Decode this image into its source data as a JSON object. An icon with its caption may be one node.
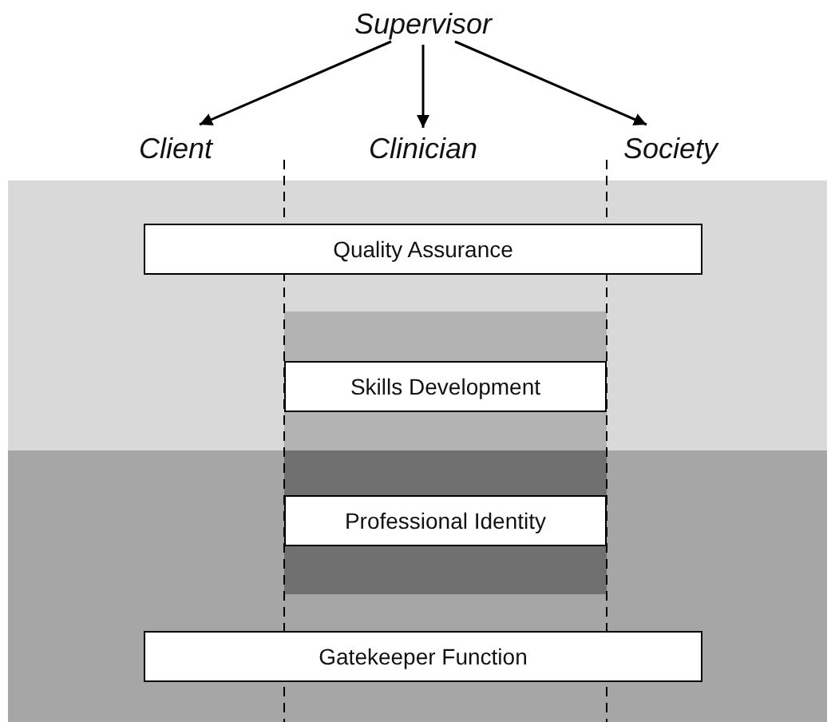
{
  "diagram": {
    "nodes": [
      {
        "text": [
          "Supervisor"
        ]
      },
      {
        "text": [
          "Client"
        ]
      },
      {
        "text": [
          "Clinician"
        ]
      },
      {
        "text": [
          "Society"
        ]
      },
      {
        "text": [
          "Quality Assurance"
        ]
      },
      {
        "text": [
          "Skills Development"
        ]
      },
      {
        "text": [
          "Professional Identity"
        ]
      },
      {
        "text": [
          "Gatekeeper Function"
        ]
      }
    ],
    "edges": [
      {
        "from": 0,
        "to": 1,
        "arrow": "to"
      },
      {
        "from": 0,
        "to": 2,
        "arrow": "to"
      },
      {
        "from": 0,
        "to": 3,
        "arrow": "to"
      }
    ]
  }
}
